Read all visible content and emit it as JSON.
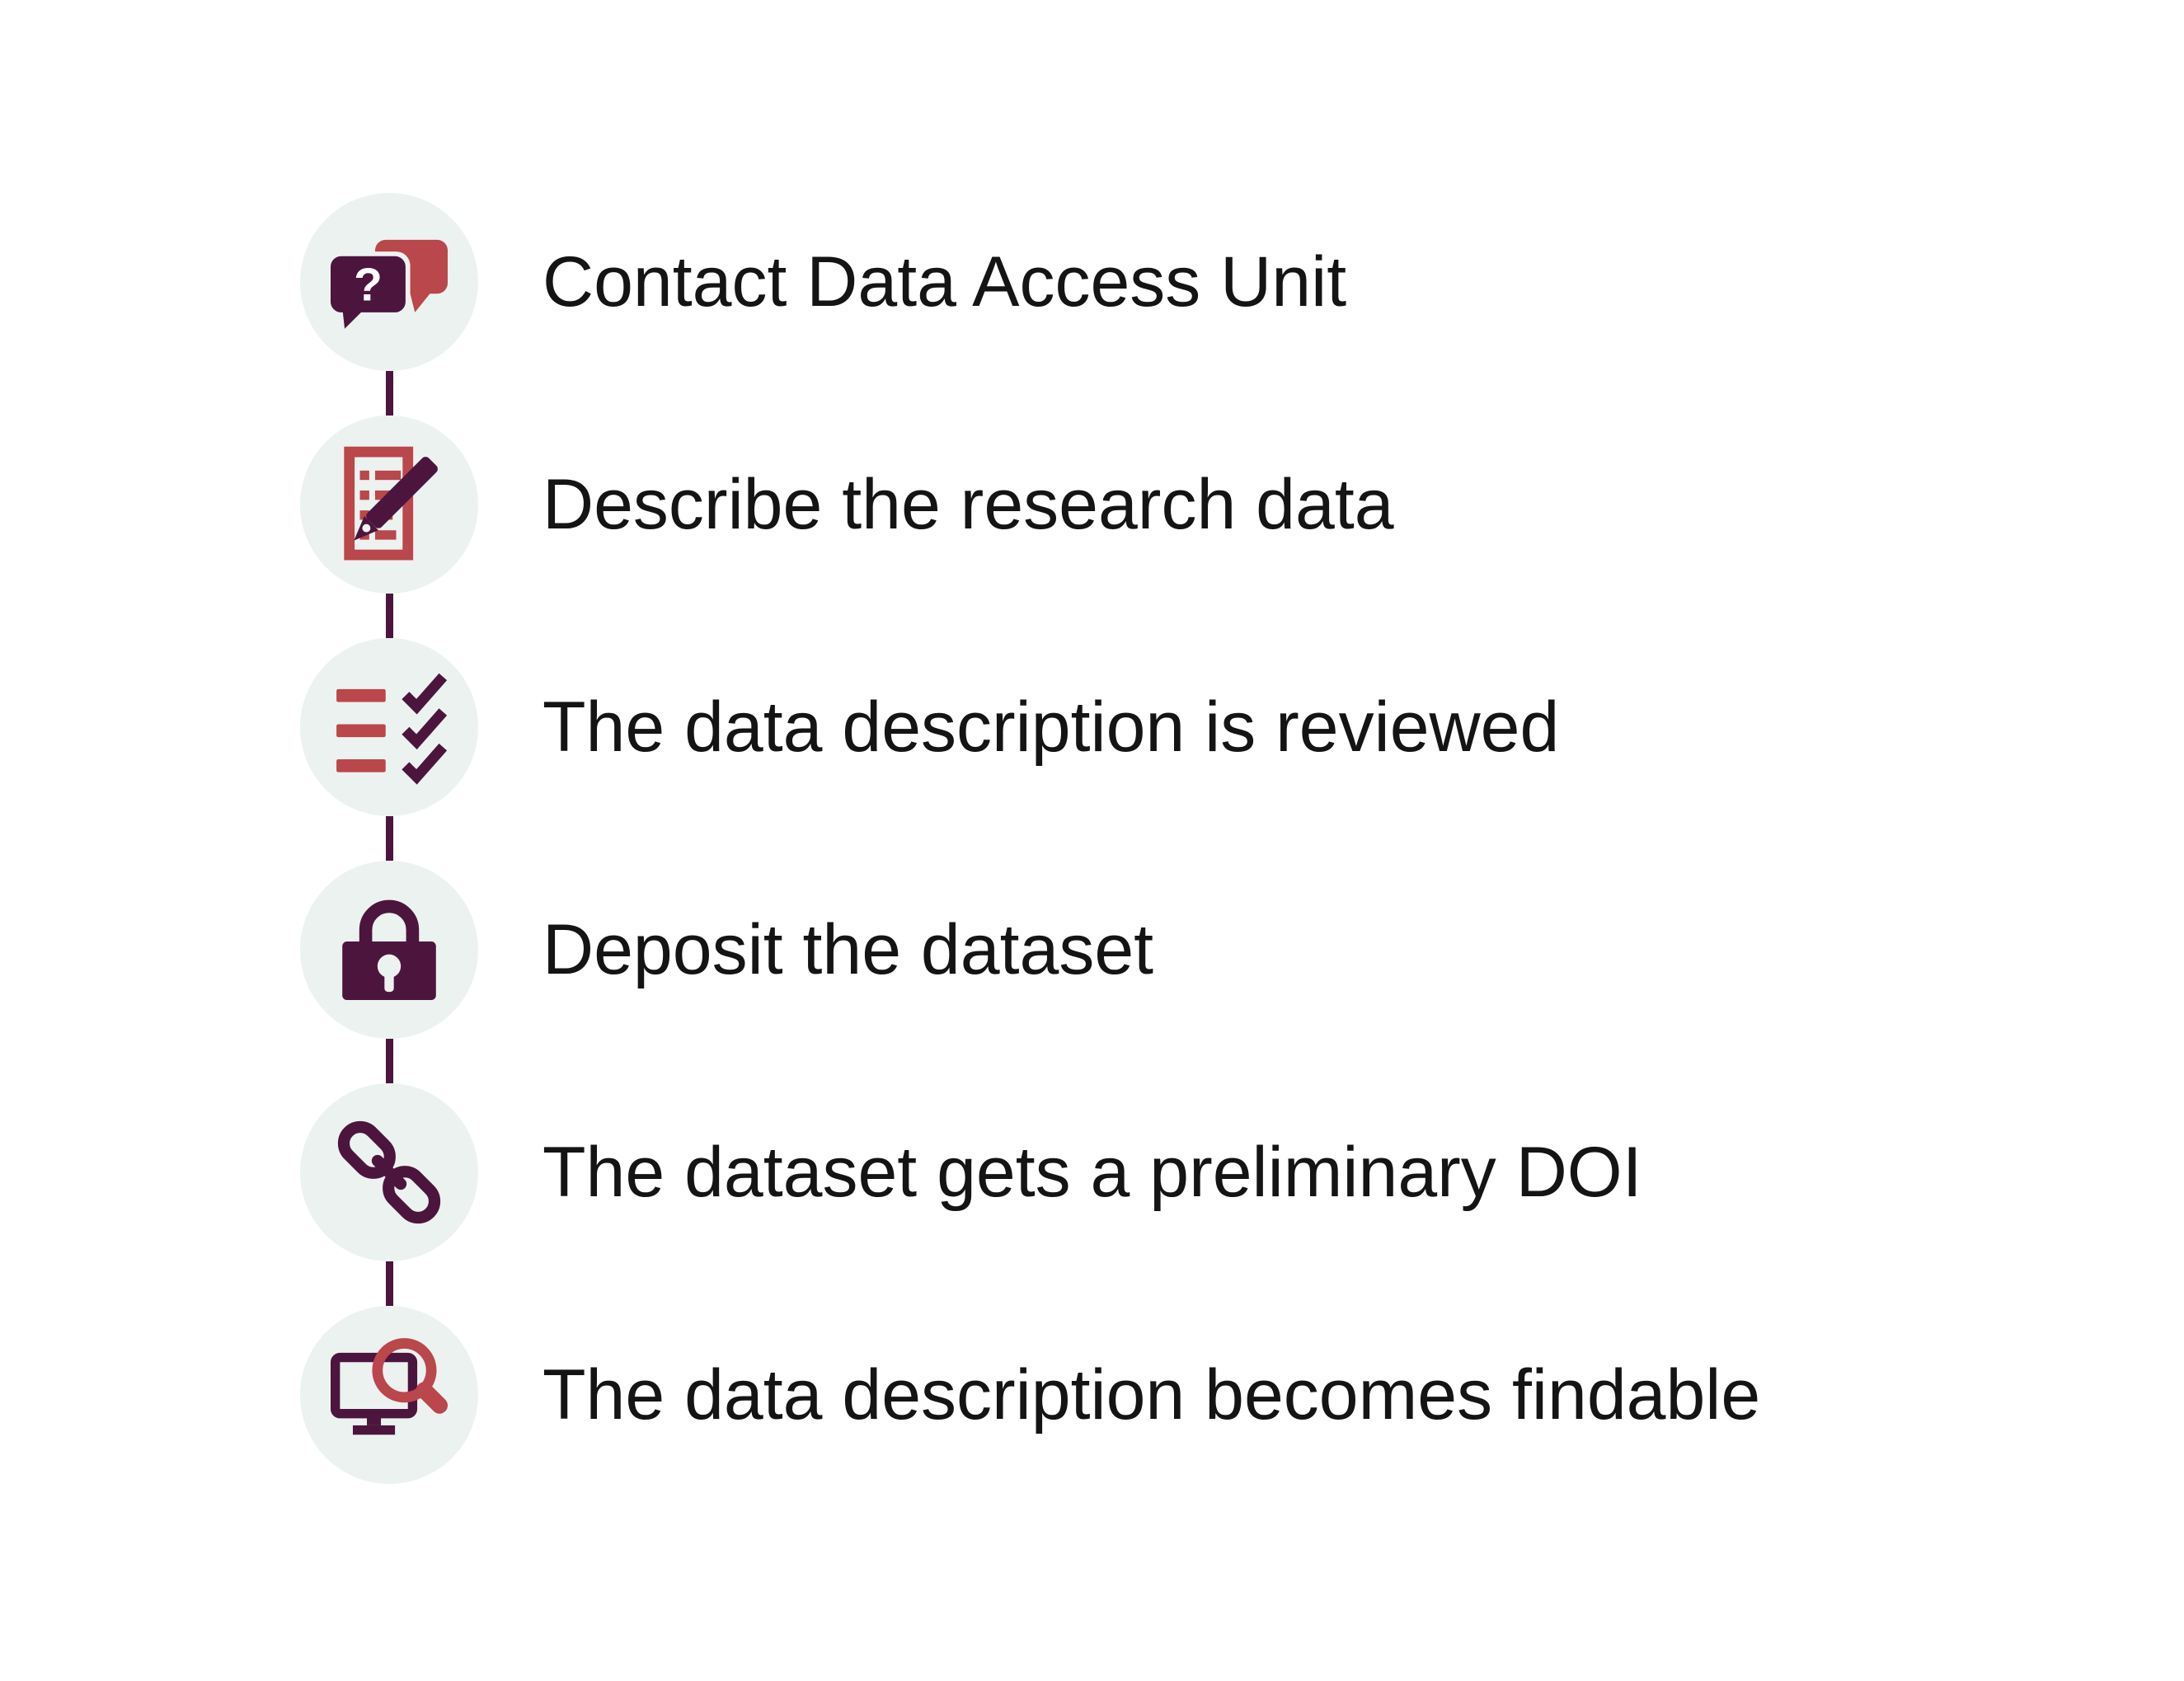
{
  "colors": {
    "background": "#ffffff",
    "circle_bg": "#ecf2f0",
    "dark_maroon": "#4c153e",
    "accent_red": "#b9474b",
    "text": "#141414"
  },
  "timeline": {
    "steps": [
      {
        "icon": "chat-question-icon",
        "label": "Contact Data Access Unit"
      },
      {
        "icon": "document-pencil-icon",
        "label": "Describe the research data"
      },
      {
        "icon": "checklist-icon",
        "label": "The data description is reviewed"
      },
      {
        "icon": "padlock-icon",
        "label": "Deposit the dataset"
      },
      {
        "icon": "chain-link-icon",
        "label": "The dataset gets a preliminary DOI"
      },
      {
        "icon": "monitor-magnifier-icon",
        "label": "The data description becomes findable"
      }
    ]
  }
}
